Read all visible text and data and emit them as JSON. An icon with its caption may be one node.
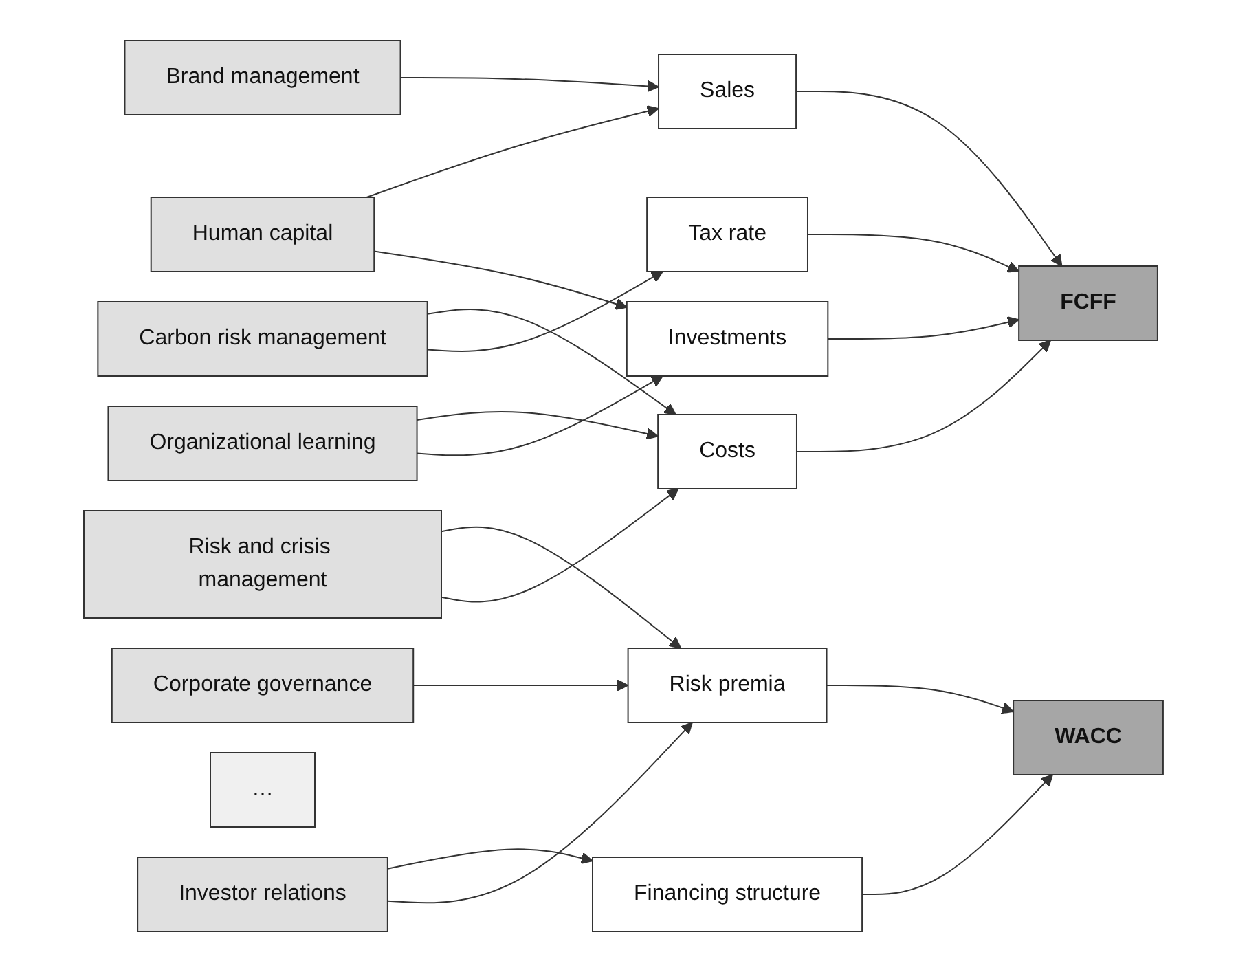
{
  "diagram": {
    "nodes": [
      {
        "text": [
          "Brand management"
        ]
      },
      {
        "text": [
          "Human capital"
        ]
      },
      {
        "text": [
          "Organizational learning"
        ]
      },
      {
        "text": [
          "Carbon risk management"
        ]
      },
      {
        "text": [
          "Corporate governance"
        ]
      },
      {
        "text": [
          "Risk and crisis management"
        ]
      },
      {
        "text": [
          "…"
        ]
      },
      {
        "text": [
          "Investor relations"
        ]
      },
      {
        "text": [
          "Sales"
        ]
      },
      {
        "text": [
          "Costs"
        ]
      },
      {
        "text": [
          "Tax rate"
        ]
      },
      {
        "text": [
          "Investments"
        ]
      },
      {
        "text": [
          "Financing structure"
        ]
      },
      {
        "text": [
          "Risk premia"
        ]
      },
      {
        "text": [
          "FCFF"
        ]
      },
      {
        "text": [
          "WACC"
        ]
      }
    ],
    "edges": [
      {
        "from": 0,
        "to": 8,
        "arrow": "to"
      },
      {
        "from": 1,
        "to": 8,
        "arrow": "to"
      },
      {
        "from": 1,
        "to": 11,
        "arrow": "to"
      },
      {
        "from": 2,
        "to": 9,
        "arrow": "to"
      },
      {
        "from": 2,
        "to": 11,
        "arrow": "to"
      },
      {
        "from": 3,
        "to": 9,
        "arrow": "to"
      },
      {
        "from": 3,
        "to": 10,
        "arrow": "to"
      },
      {
        "from": 4,
        "to": 13,
        "arrow": "to"
      },
      {
        "from": 5,
        "to": 13,
        "arrow": "to"
      },
      {
        "from": 5,
        "to": 9,
        "arrow": "to"
      },
      {
        "from": 7,
        "to": 12,
        "arrow": "to"
      },
      {
        "from": 7,
        "to": 13,
        "arrow": "to"
      },
      {
        "from": 8,
        "to": 14,
        "arrow": "to"
      },
      {
        "from": 9,
        "to": 14,
        "arrow": "to"
      },
      {
        "from": 10,
        "to": 14,
        "arrow": "to"
      },
      {
        "from": 11,
        "to": 14,
        "arrow": "to"
      },
      {
        "from": 12,
        "to": 15,
        "arrow": "to"
      },
      {
        "from": 13,
        "to": 15,
        "arrow": "to"
      }
    ]
  }
}
